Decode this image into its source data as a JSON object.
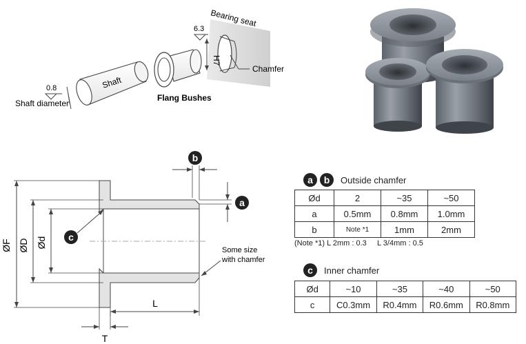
{
  "top_diagram": {
    "shaft_label": "Shaft",
    "shaft_diameter_label": "Shaft diameter",
    "shaft_roughness": "0.8",
    "flang_bushes_label": "Flang Bushes",
    "bearing_seat_label": "Bearing seat",
    "seat_roughness": "6.3",
    "tolerance_label": "H7",
    "chamfer_label": "Chamfer"
  },
  "section_drawing": {
    "dim_F": "ØF",
    "dim_D": "ØD",
    "dim_d": "Ød",
    "dim_L": "L",
    "dim_T": "T",
    "marker_a": "a",
    "marker_b": "b",
    "marker_c": "c",
    "some_size_note_1": "Some size",
    "some_size_note_2": "with chamfer"
  },
  "outside_chamfer": {
    "badge_a": "a",
    "badge_b": "b",
    "title": "Outside chamfer",
    "rows": [
      [
        "Ød",
        "2",
        "~35",
        "~50"
      ],
      [
        "a",
        "0.5mm",
        "0.8mm",
        "1.0mm"
      ],
      [
        "b",
        "Note *1",
        "1mm",
        "2mm"
      ]
    ],
    "note": "(Note *1) L 2mm : 0.3     L 3/4mm : 0.5"
  },
  "inner_chamfer": {
    "badge_c": "c",
    "title": "Inner chamfer",
    "rows": [
      [
        "Ød",
        "~10",
        "~35",
        "~40",
        "~50"
      ],
      [
        "c",
        "C0.3mm",
        "R0.4mm",
        "R0.6mm",
        "R0.8mm"
      ]
    ]
  }
}
